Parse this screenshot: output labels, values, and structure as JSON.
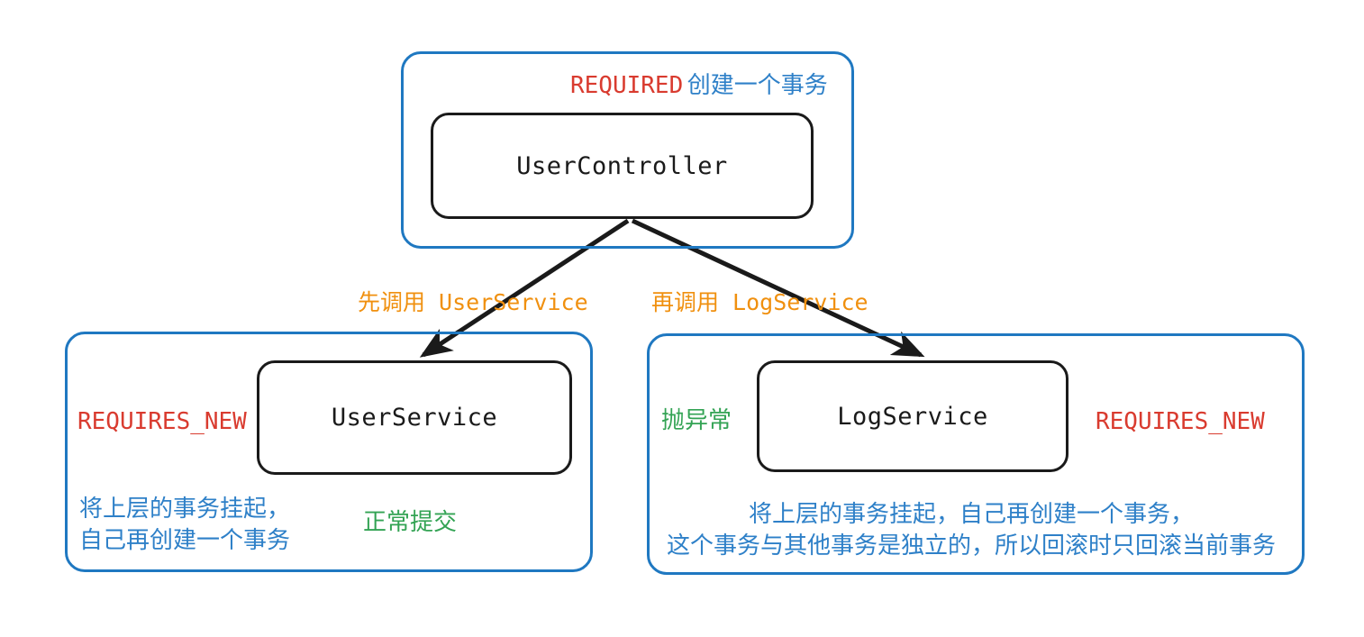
{
  "diagram": {
    "title_semantics": "Spring transaction propagation REQUIRES_NEW illustration",
    "colors": {
      "outer_border_blue": "#1f78c1",
      "inner_border_black": "#1a1a1a",
      "red": "#d93b2f",
      "blue_text": "#2e80c8",
      "green_text": "#33a354",
      "orange_text": "#f0900f",
      "background": "#ffffff"
    },
    "top": {
      "propagation_label": "REQUIRED",
      "propagation_note": "创建一个事务",
      "component_name": "UserController"
    },
    "edges": [
      {
        "label": "先调用 UserService",
        "from": "UserController",
        "to": "UserService"
      },
      {
        "label": "再调用 LogService",
        "from": "UserController",
        "to": "LogService"
      }
    ],
    "left": {
      "propagation_label": "REQUIRES_NEW",
      "component_name": "UserService",
      "description_line1": "将上层的事务挂起，",
      "description_line2": "自己再创建一个事务",
      "status_note": "正常提交"
    },
    "right": {
      "exception_note": "抛异常",
      "component_name": "LogService",
      "propagation_label": "REQUIRES_NEW",
      "description_line1": "将上层的事务挂起，自己再创建一个事务，",
      "description_line2": "这个事务与其他事务是独立的，所以回滚时只回滚当前事务"
    }
  }
}
